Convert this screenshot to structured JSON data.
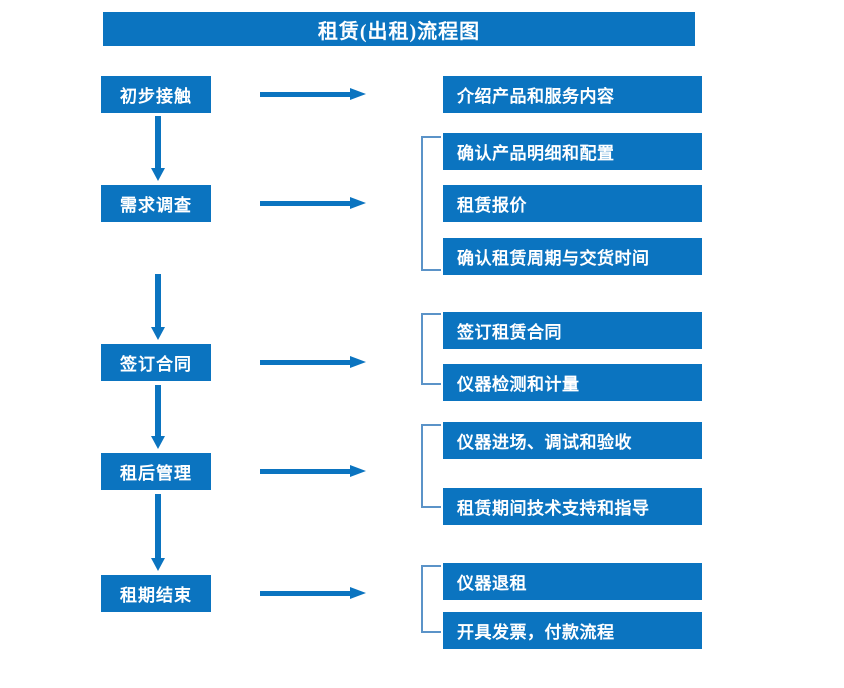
{
  "diagram": {
    "title": "租赁(出租)流程图",
    "accent_color": "#0b74c0",
    "bracket_color": "#5b93c8",
    "background_color": "#ffffff",
    "type": "flowchart",
    "stages": [
      {
        "label": "初步接触"
      },
      {
        "label": "需求调查"
      },
      {
        "label": "签订合同"
      },
      {
        "label": "租后管理"
      },
      {
        "label": "租期结束"
      }
    ],
    "details": [
      {
        "label": "介绍产品和服务内容"
      },
      {
        "label": "确认产品明细和配置"
      },
      {
        "label": "租赁报价"
      },
      {
        "label": "确认租赁周期与交货时间"
      },
      {
        "label": "签订租赁合同"
      },
      {
        "label": "仪器检测和计量"
      },
      {
        "label": "仪器进场、调试和验收"
      },
      {
        "label": "租赁期间技术支持和指导"
      },
      {
        "label": "仪器退租"
      },
      {
        "label": "开具发票，付款流程"
      }
    ]
  }
}
